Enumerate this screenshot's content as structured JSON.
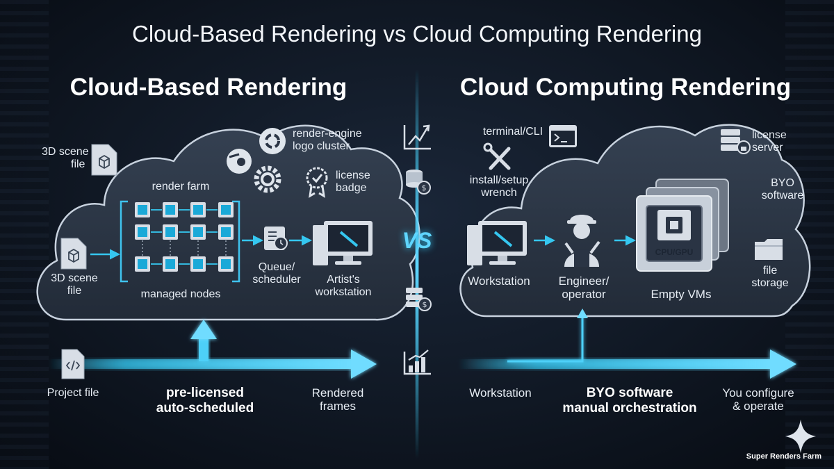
{
  "title": "Cloud-Based Rendering vs Cloud Computing Rendering",
  "vs": "VS",
  "brand": "Super Renders Farm",
  "left": {
    "heading": "Cloud-Based Rendering",
    "scene_file_top": [
      "3D scene",
      "file"
    ],
    "render_engine": [
      "render-engine",
      "logo cluster"
    ],
    "license_badge": [
      "license",
      "badge"
    ],
    "render_farm": "render farm",
    "scene_file": [
      "3D scene",
      "file"
    ],
    "managed_nodes": "managed nodes",
    "queue": [
      "Queue/",
      "scheduler"
    ],
    "artist": [
      "Artist's",
      "workstation"
    ],
    "project_file": "Project file",
    "pipeline": [
      "pre-licensed",
      "auto-scheduled"
    ],
    "rendered": [
      "Rendered",
      "frames"
    ]
  },
  "right": {
    "heading": "Cloud Computing Rendering",
    "terminal": "terminal/CLI",
    "install": [
      "install/setup",
      "wrench"
    ],
    "license_server": [
      "license",
      "server"
    ],
    "byo_software": [
      "BYO",
      "software"
    ],
    "workstation": "Workstation",
    "engineer": [
      "Engineer/",
      "operator"
    ],
    "cpu_gpu": "CPU/GPU",
    "empty_vms": "Empty VMs",
    "file_storage": [
      "file",
      "storage"
    ],
    "bottom_workstation": "Workstation",
    "pipeline": [
      "BYO software",
      "manual orchestration"
    ],
    "configure": [
      "You configure",
      "& operate"
    ]
  },
  "colors": {
    "accent": "#35c7f0",
    "cloud_fill": "#2a3444",
    "cloud_stroke": "#c8d2de",
    "chip": "#1aa9d8"
  }
}
